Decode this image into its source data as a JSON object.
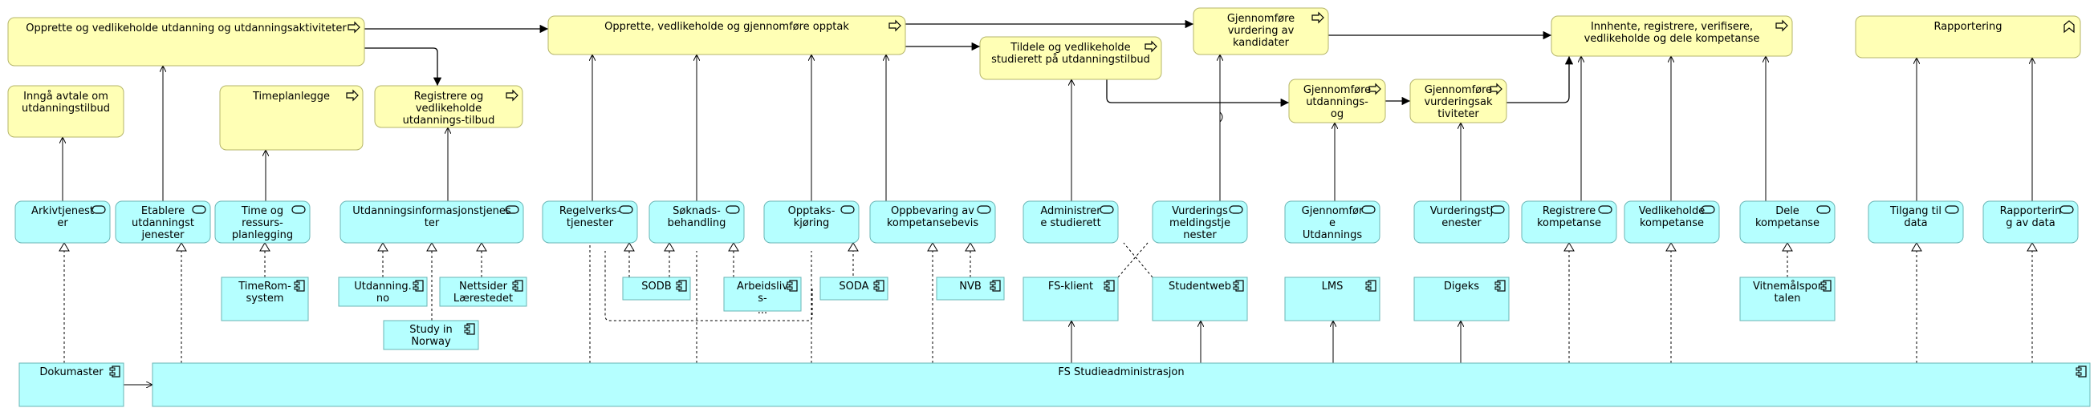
{
  "processes": [
    {
      "id": "p1",
      "lines": [
        "Opprette og vedlikeholde utdanning og utdanningsaktiviteter"
      ],
      "icon": "process-arrow-icon"
    },
    {
      "id": "p2",
      "lines": [
        "Opprette, vedlikeholde og gjennomføre opptak"
      ],
      "icon": "process-arrow-icon"
    },
    {
      "id": "p3",
      "lines": [
        "Gjennomføre",
        "vurdering av",
        "kandidater"
      ],
      "icon": "process-arrow-icon"
    },
    {
      "id": "p4",
      "lines": [
        "Innhente, registrere, verifisere,",
        "vedlikeholde og dele kompetanse"
      ],
      "icon": "process-arrow-icon"
    },
    {
      "id": "p5",
      "lines": [
        "Rapportering"
      ],
      "icon": "function-chevron-icon"
    },
    {
      "id": "p6",
      "lines": [
        "Inngå avtale om",
        "utdanningstilbud"
      ],
      "icon": ""
    },
    {
      "id": "p7",
      "lines": [
        "Timeplanlegge"
      ],
      "icon": "process-arrow-icon"
    },
    {
      "id": "p8",
      "lines": [
        "Registrere og",
        "vedlikeholde",
        "utdannings-tilbud"
      ],
      "icon": "process-arrow-icon"
    },
    {
      "id": "p9",
      "lines": [
        "Tildele og vedlikeholde",
        "studierett på utdanningstilbud"
      ],
      "icon": "process-arrow-icon"
    },
    {
      "id": "p10",
      "lines": [
        "Gjennomføre",
        "utdannings-",
        "og"
      ],
      "icon": "process-arrow-icon"
    },
    {
      "id": "p11",
      "lines": [
        "Gjennomføre",
        "vurderingsak",
        "tiviteter"
      ],
      "icon": "process-arrow-icon"
    }
  ],
  "services": [
    {
      "id": "s1",
      "lines": [
        "Arkivtjenest",
        "er"
      ]
    },
    {
      "id": "s2",
      "lines": [
        "Etablere",
        "utdanningst",
        "jenester"
      ]
    },
    {
      "id": "s3",
      "lines": [
        "Time og",
        "ressurs-",
        "planlegging"
      ]
    },
    {
      "id": "s4",
      "lines": [
        "Utdanningsinformasjonstjenes",
        "ter"
      ]
    },
    {
      "id": "s5",
      "lines": [
        "Regelverks-",
        "tjenester"
      ]
    },
    {
      "id": "s6",
      "lines": [
        "Søknads-",
        "behandling"
      ]
    },
    {
      "id": "s7",
      "lines": [
        "Opptaks-",
        "kjøring"
      ]
    },
    {
      "id": "s8",
      "lines": [
        "Oppbevaring av",
        "kompetansebevis"
      ]
    },
    {
      "id": "s9",
      "lines": [
        "Administrer",
        "e studierett"
      ]
    },
    {
      "id": "s10",
      "lines": [
        "Vurderings",
        "meldingstje",
        "nester"
      ]
    },
    {
      "id": "s11",
      "lines": [
        "Gjennomfør",
        "e",
        "Utdannings"
      ]
    },
    {
      "id": "s12",
      "lines": [
        "Vurderingstj",
        "enester"
      ]
    },
    {
      "id": "s13",
      "lines": [
        "Registrere",
        "kompetanse"
      ]
    },
    {
      "id": "s14",
      "lines": [
        "Vedlikeholde",
        "kompetanse"
      ]
    },
    {
      "id": "s15",
      "lines": [
        "Dele",
        "kompetanse"
      ]
    },
    {
      "id": "s16",
      "lines": [
        "Tilgang til",
        "data"
      ]
    },
    {
      "id": "s17",
      "lines": [
        "Rapporterin",
        "g av data"
      ]
    }
  ],
  "components": [
    {
      "id": "c1",
      "lines": [
        "TimeRom-",
        "system"
      ]
    },
    {
      "id": "c2",
      "lines": [
        "Utdanning.",
        "no"
      ]
    },
    {
      "id": "c3",
      "lines": [
        "Nettsider",
        "Lærestedet"
      ]
    },
    {
      "id": "c4",
      "lines": [
        "Study in",
        "Norway"
      ]
    },
    {
      "id": "c5",
      "lines": [
        "SODB"
      ]
    },
    {
      "id": "c6",
      "lines": [
        "Arbeidsliv",
        "s-",
        "..."
      ]
    },
    {
      "id": "c7",
      "lines": [
        "SODA"
      ]
    },
    {
      "id": "c8",
      "lines": [
        "NVB"
      ]
    },
    {
      "id": "c9",
      "lines": [
        "FS-klient"
      ]
    },
    {
      "id": "c10",
      "lines": [
        "Studentweb"
      ]
    },
    {
      "id": "c11",
      "lines": [
        "LMS"
      ]
    },
    {
      "id": "c12",
      "lines": [
        "Digeks"
      ]
    },
    {
      "id": "c13",
      "lines": [
        "Vitnemålspor",
        "talen"
      ]
    },
    {
      "id": "c14",
      "lines": [
        "Dokumaster"
      ]
    },
    {
      "id": "c15",
      "lines": [
        "FS Studieadministrasjon"
      ]
    }
  ]
}
